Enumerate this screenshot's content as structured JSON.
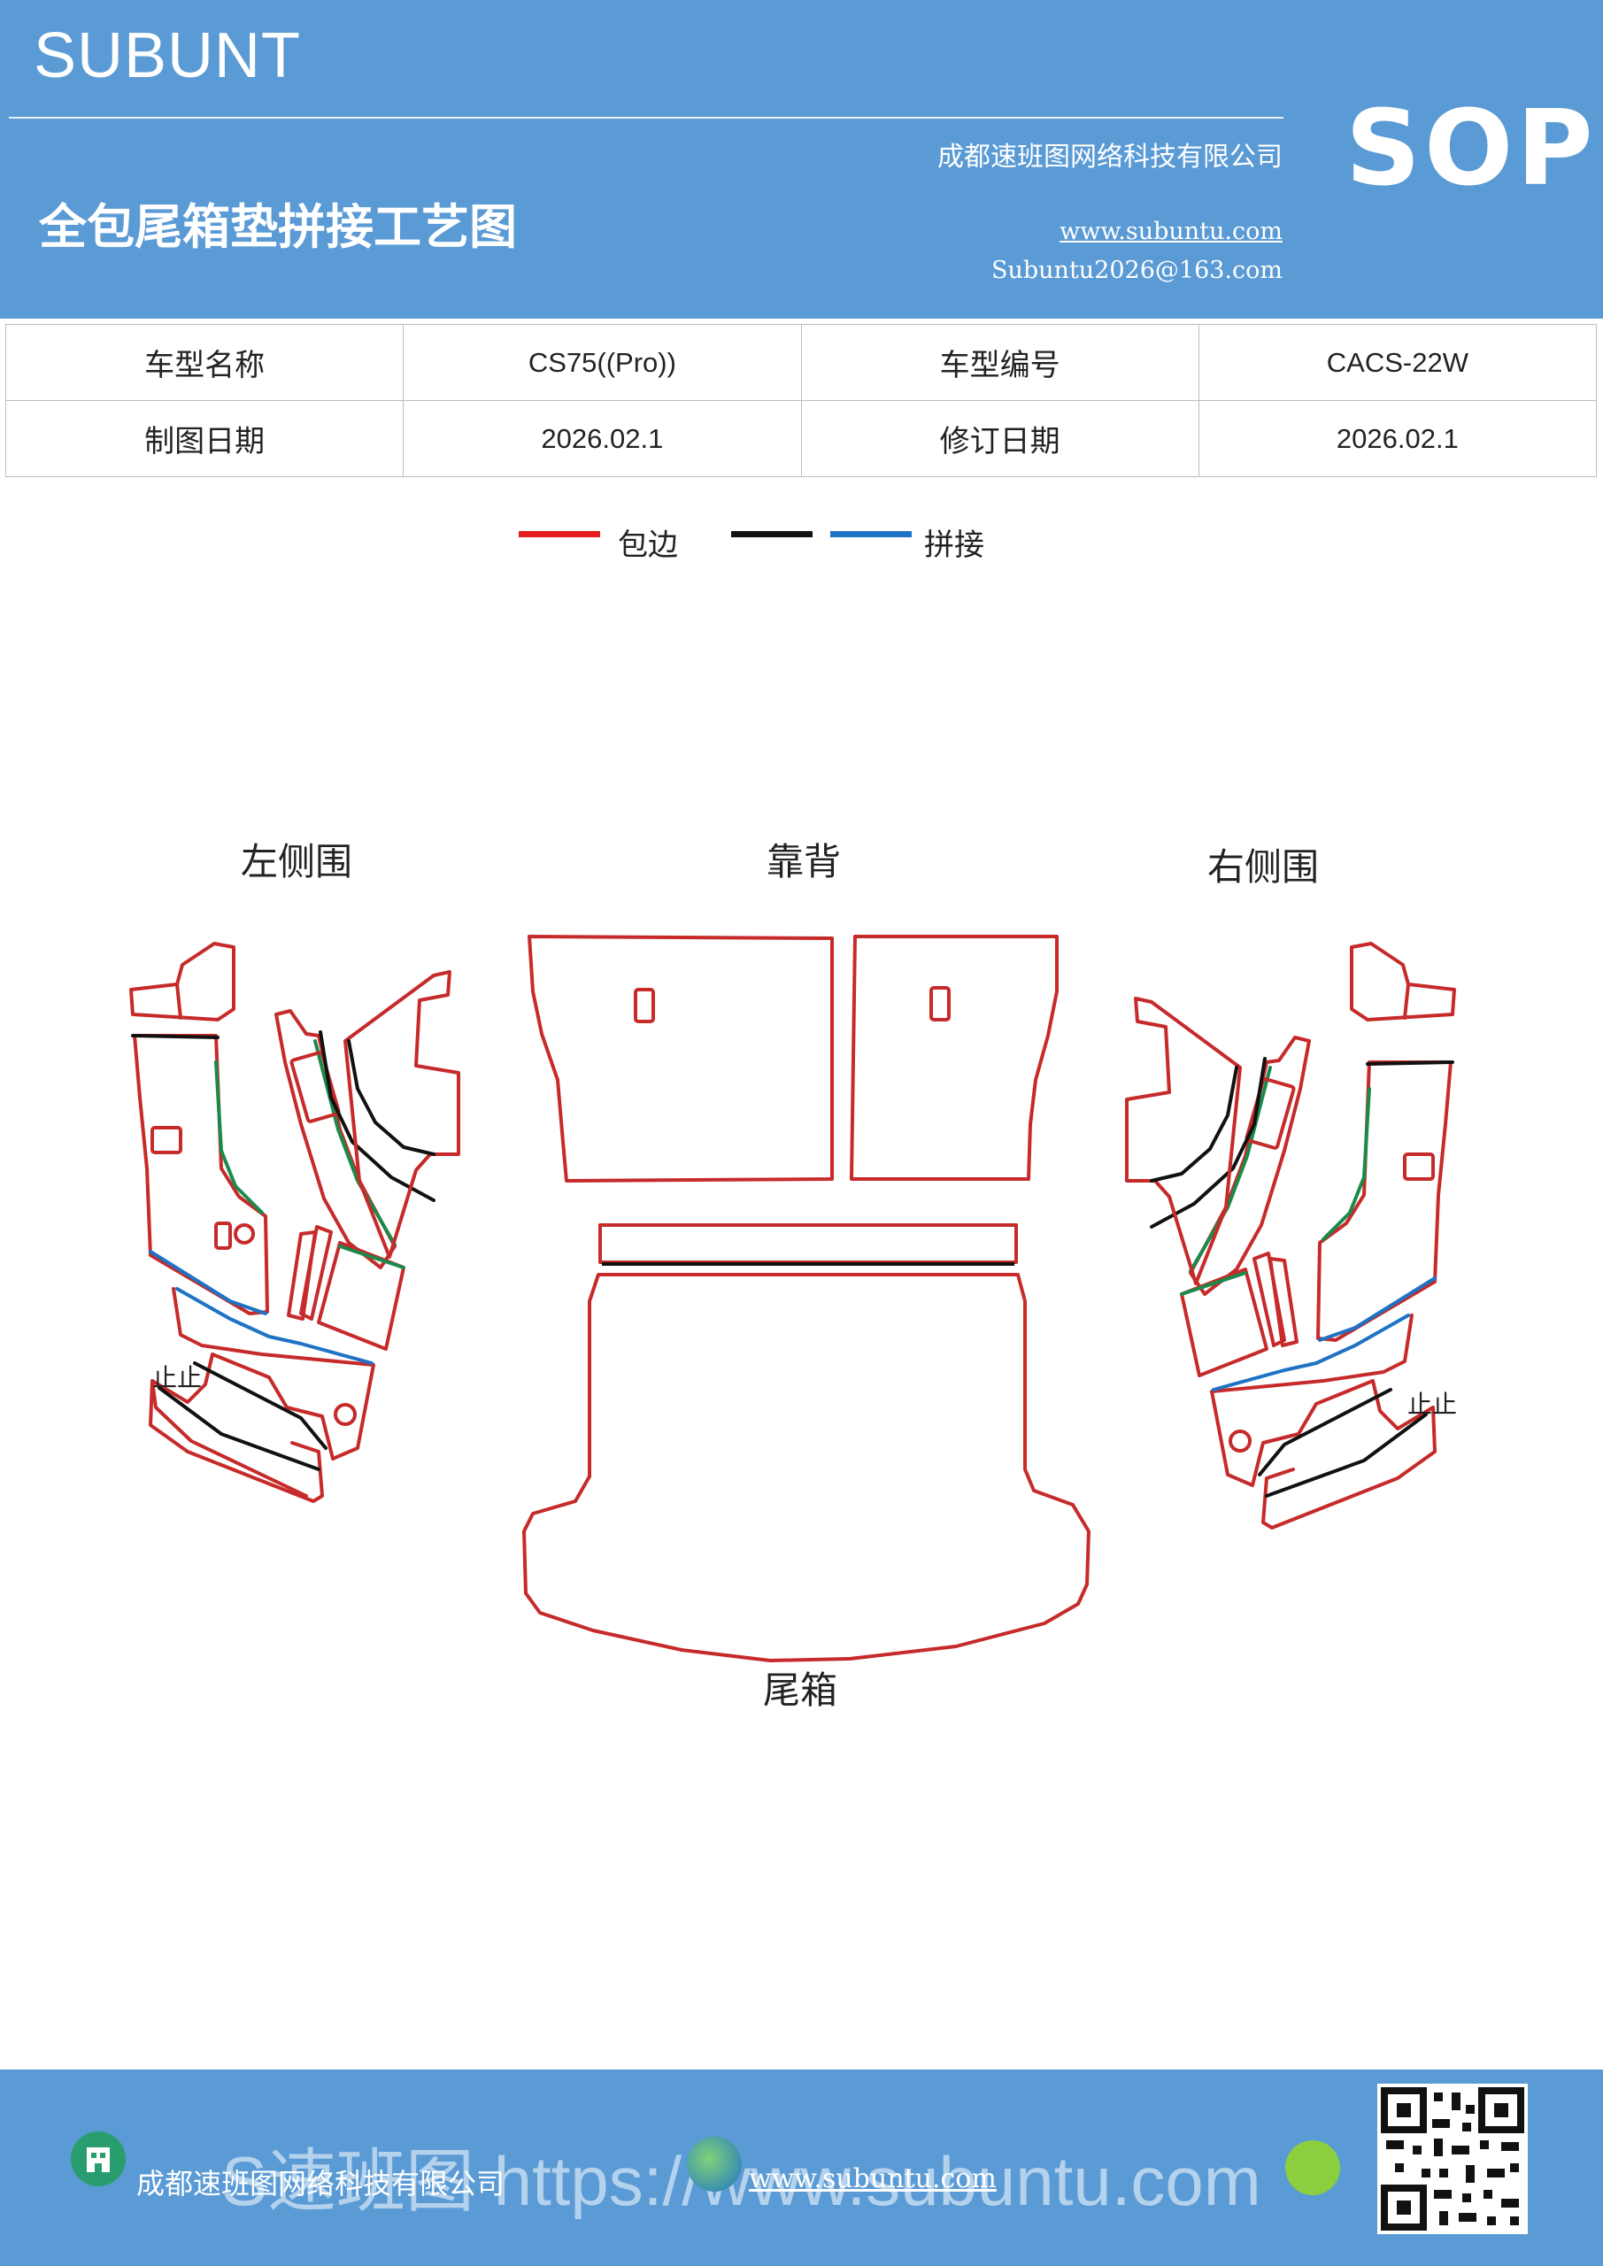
{
  "header": {
    "brand": "SUBUNT",
    "title": "全包尾箱垫拼接工艺图",
    "company": "成都速班图网络科技有限公司",
    "website": "www.subuntu.com",
    "email": "Subuntu2026@163.com",
    "badge": "SOP"
  },
  "info": {
    "model_name_label": "车型名称",
    "model_name_value": "CS75((Pro))",
    "model_code_label": "车型编号",
    "model_code_value": "CACS-22W",
    "draw_date_label": "制图日期",
    "draw_date_value": "2026.02.1",
    "revise_date_label": "修订日期",
    "revise_date_value": "2026.02.1"
  },
  "legend": {
    "edge_label": "包边",
    "splice_label": "拼接",
    "colors": {
      "edge": "#e51d1d",
      "black": "#111111",
      "splice": "#1f73c5",
      "green": "#1a8a4a"
    }
  },
  "diagram": {
    "left_label": "左侧围",
    "back_label": "靠背",
    "right_label": "右侧围",
    "trunk_label": "尾箱",
    "mark_left": "止止",
    "mark_right": "止止"
  },
  "footer": {
    "company": "成都速班图网络科技有限公司",
    "website": "www.subuntu.com",
    "watermark": "S速班图 https://www.subuntu.com"
  }
}
